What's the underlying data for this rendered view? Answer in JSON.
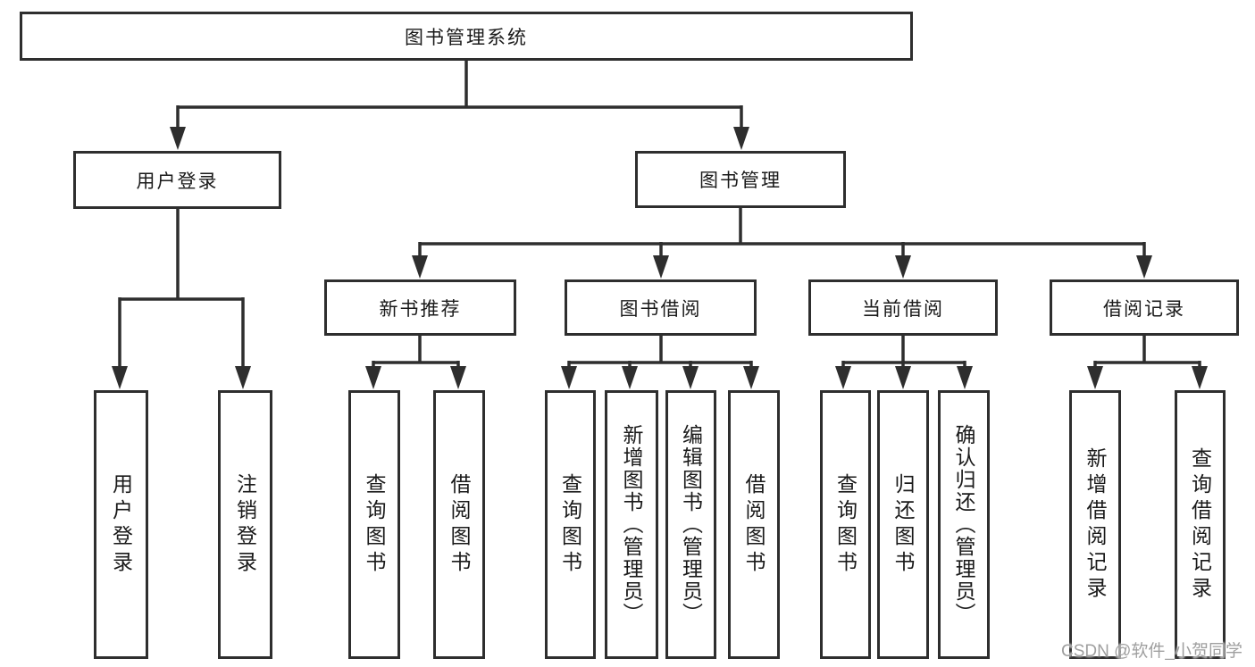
{
  "tree": {
    "label": "图书管理系统",
    "children": [
      {
        "label": "用户登录",
        "children": [
          {
            "label": "用户登录"
          },
          {
            "label": "注销登录"
          }
        ]
      },
      {
        "label": "图书管理",
        "children": [
          {
            "label": "新书推荐",
            "children": [
              {
                "label": "查询图书"
              },
              {
                "label": "借阅图书"
              }
            ]
          },
          {
            "label": "图书借阅",
            "children": [
              {
                "label": "查询图书"
              },
              {
                "label": "新增图书（管理员）"
              },
              {
                "label": "编辑图书（管理员）"
              },
              {
                "label": "借阅图书"
              }
            ]
          },
          {
            "label": "当前借阅",
            "children": [
              {
                "label": "查询图书"
              },
              {
                "label": "归还图书"
              },
              {
                "label": "确认归还（管理员）"
              }
            ]
          },
          {
            "label": "借阅记录",
            "children": [
              {
                "label": "新增借阅记录"
              },
              {
                "label": "查询借阅记录"
              }
            ]
          }
        ]
      }
    ]
  },
  "watermark": "CSDN @软件_小贺同学",
  "colors": {
    "line": "#2e2e2e",
    "box_border": "#2e2e2e",
    "text": "#1a1a1a",
    "watermark": "#9f9f9f",
    "background": "#ffffff"
  }
}
